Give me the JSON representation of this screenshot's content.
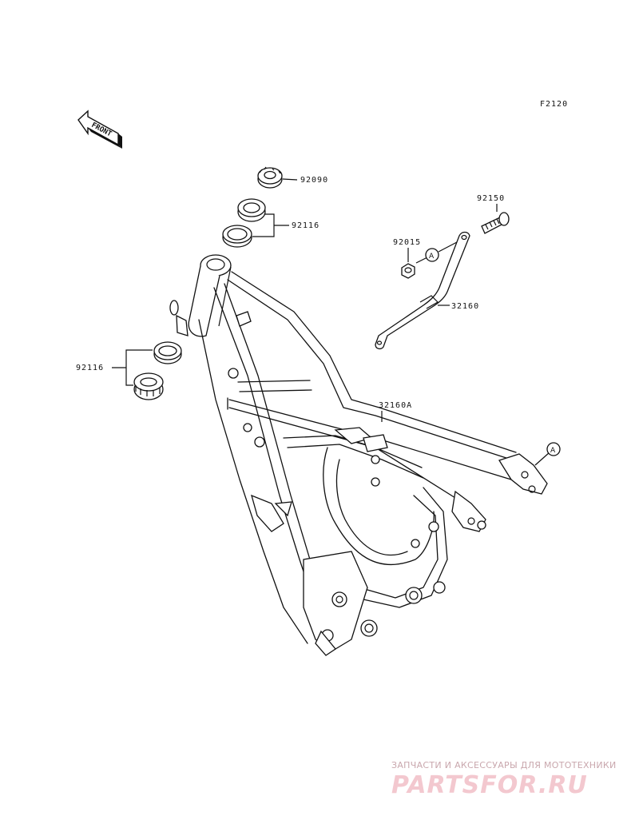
{
  "figure_code": "F2120",
  "front_arrow_label": "FRONT",
  "callout_ref": "A",
  "parts": {
    "p92090": "92090",
    "p92116_top": "92116",
    "p92116_left": "92116",
    "p92150": "92150",
    "p92015": "92015",
    "p32160": "32160",
    "p32160A": "32160A"
  },
  "watermark": {
    "tagline": "ЗАПЧАСТИ И АКСЕССУАРЫ ДЛЯ МОТОТЕХНИКИ",
    "brand": "PARTSFOR.RU"
  }
}
